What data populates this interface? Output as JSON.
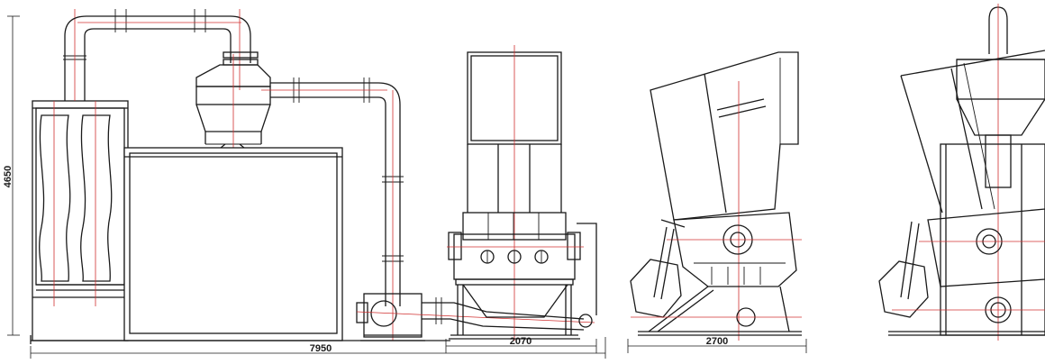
{
  "drawing": {
    "dimensions": {
      "overall_height": "4650",
      "overall_length": "7950",
      "crusher_front_width": "2070",
      "crusher_side_width": "2700"
    }
  }
}
